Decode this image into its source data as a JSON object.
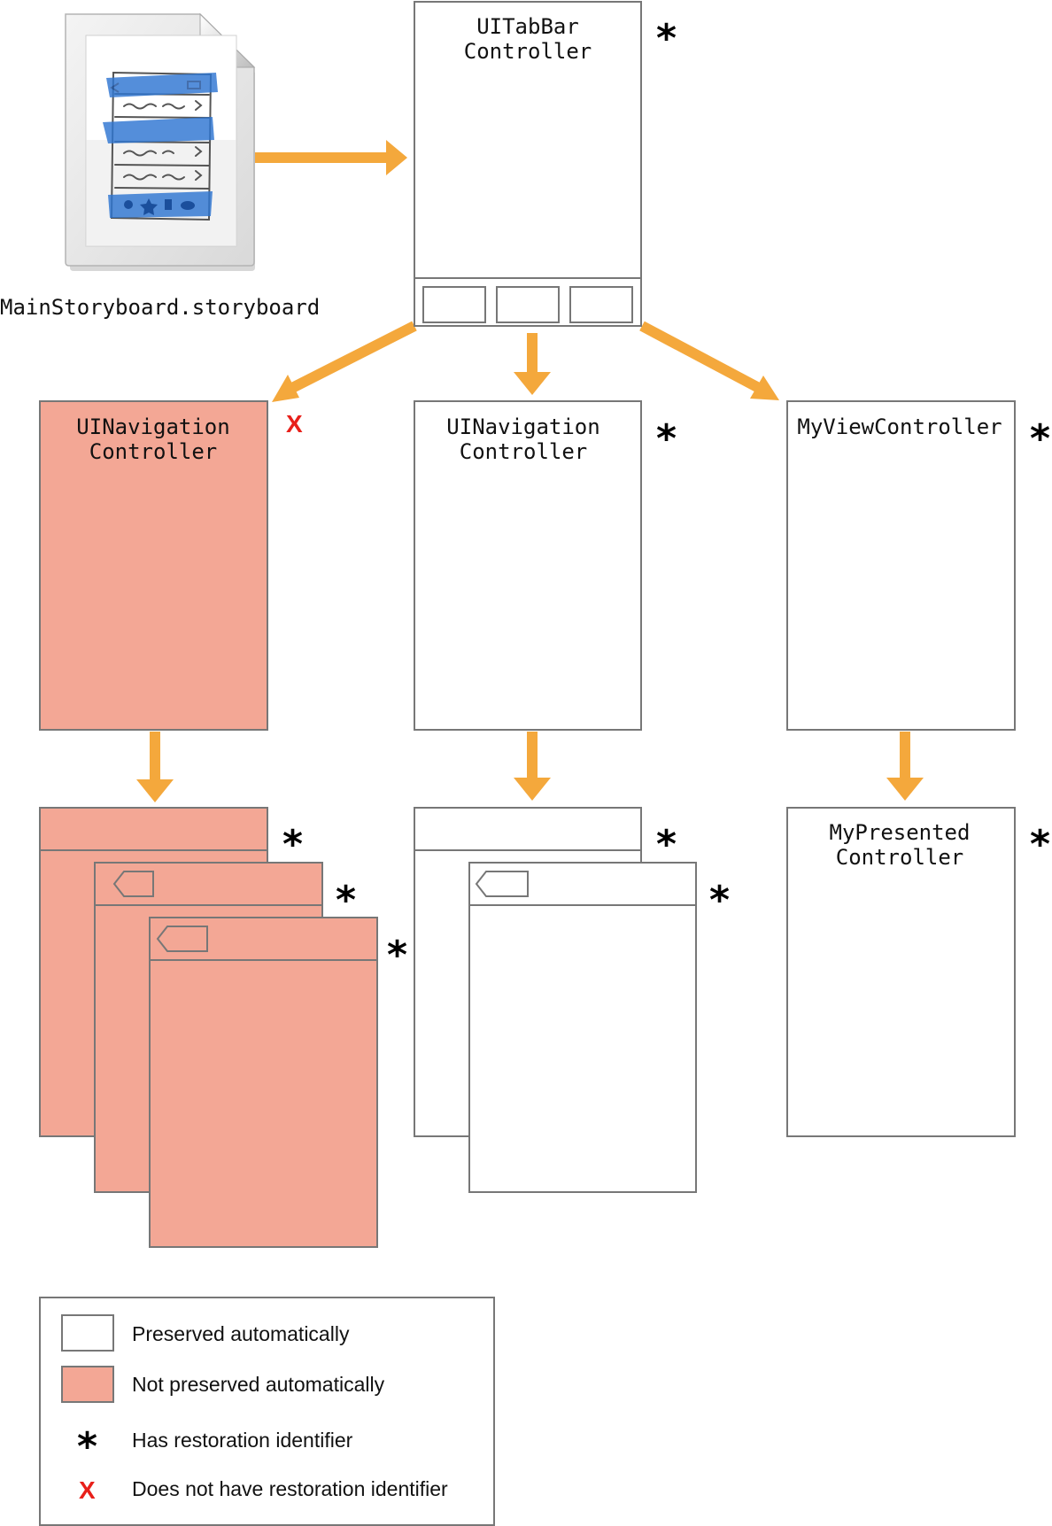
{
  "colors": {
    "arrow": "#f4a83c",
    "not_preserved_fill": "#f3a795",
    "preserved_fill": "#ffffff",
    "box_stroke": "#777777",
    "star": "#000000",
    "x_mark": "#e8201a"
  },
  "storyboard": {
    "icon": "storyboard-file-icon",
    "filename": "MainStoryboard.storyboard"
  },
  "tab_bar_controller": {
    "title_line1": "UITabBar",
    "title_line2": "Controller",
    "marker": "*"
  },
  "left_nav_controller": {
    "title_line1": "UINavigation",
    "title_line2": "Controller",
    "marker": "X",
    "preserved": false
  },
  "middle_nav_controller": {
    "title_line1": "UINavigation",
    "title_line2": "Controller",
    "marker": "*",
    "preserved": true
  },
  "my_view_controller": {
    "title": "MyViewController",
    "marker": "*",
    "preserved": true
  },
  "my_presented_controller": {
    "title_line1": "MyPresented",
    "title_line2": "Controller",
    "marker": "*",
    "preserved": true
  },
  "left_stack": {
    "markers": [
      "*",
      "*",
      "*"
    ],
    "preserved": false
  },
  "middle_stack": {
    "markers": [
      "*",
      "*"
    ],
    "preserved": true
  },
  "legend": {
    "items": [
      {
        "symbol": "white-box",
        "label": "Preserved automatically"
      },
      {
        "symbol": "salmon-box",
        "label": "Not preserved automatically"
      },
      {
        "symbol": "*",
        "label": "Has restoration identifier"
      },
      {
        "symbol": "X",
        "label": "Does not have restoration identifier"
      }
    ]
  }
}
